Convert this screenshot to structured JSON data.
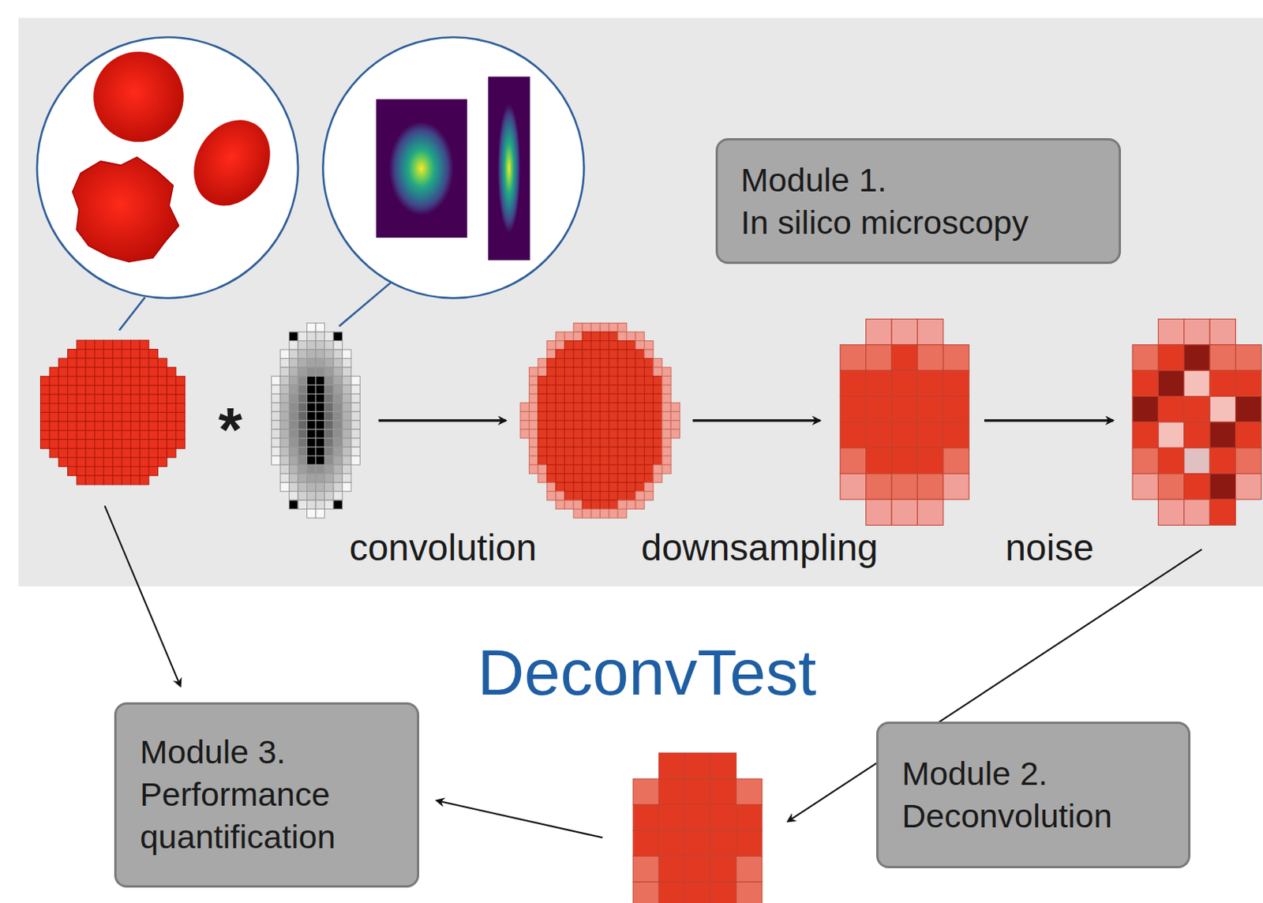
{
  "diagram": {
    "title": "DeconvTest",
    "nodes": [
      {
        "text": [
          "Module 1.",
          "In silico microscopy"
        ]
      },
      {
        "text": [
          "Module 3.",
          "Performance quantification"
        ]
      },
      {
        "text": [
          "Module 2.",
          "Deconvolution"
        ]
      }
    ],
    "labels": [
      "*",
      "convolution",
      "downsampling",
      "noise"
    ]
  }
}
